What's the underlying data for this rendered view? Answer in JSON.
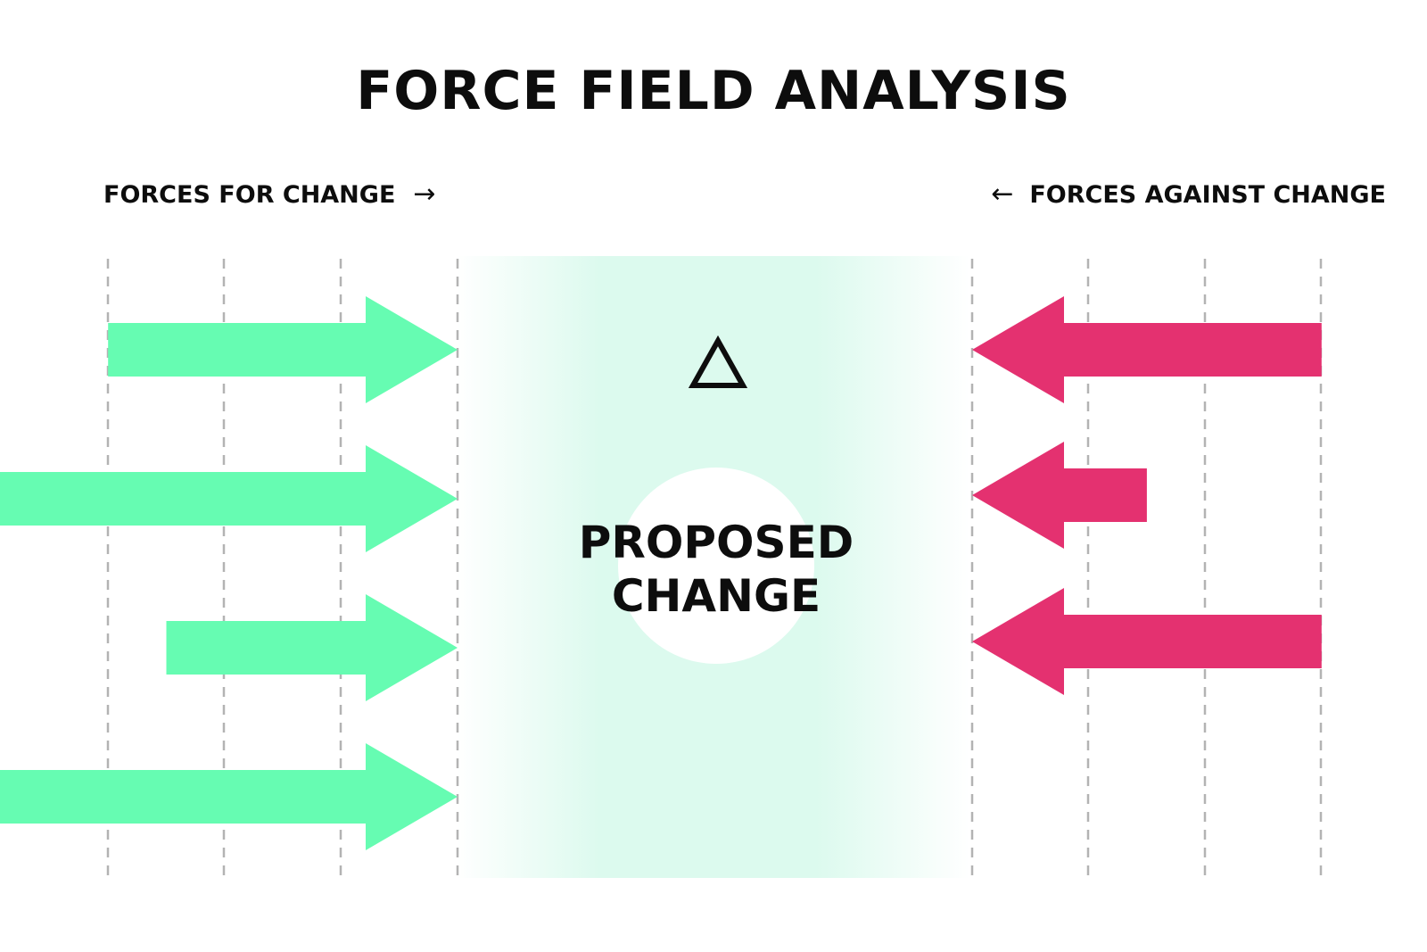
{
  "title": "FORCE FIELD ANALYSIS",
  "forces_for": {
    "label": "FORCES FOR CHANGE",
    "arrow_glyph": "→",
    "color": "#66FCB2",
    "strengths": [
      3,
      4,
      2.5,
      4
    ]
  },
  "forces_against": {
    "label": "FORCES AGAINST CHANGE",
    "arrow_glyph": "←",
    "color": "#E43170",
    "strengths": [
      3,
      1.5,
      3
    ]
  },
  "center": {
    "symbol": "△",
    "line1": "PROPOSED",
    "line2": "CHANGE",
    "band_color": "#DCFAEE"
  },
  "scale_units": 4
}
